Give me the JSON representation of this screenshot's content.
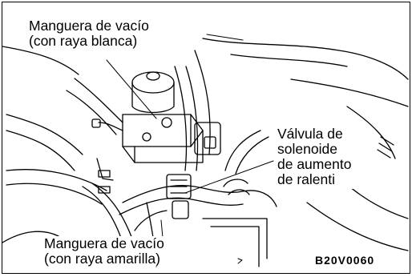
{
  "labels": {
    "vacuum_hose_white": [
      "Manguera de vacío",
      "(con raya blanca)"
    ],
    "solenoid_valve": [
      "Válvula de",
      "solenoide",
      "de aumento",
      "de ralenti"
    ],
    "vacuum_hose_yellow": [
      "Manguera de vacío",
      "(con raya amarilla)"
    ]
  },
  "figure_code": "B20V0060",
  "colors": {
    "ink": "#000000",
    "paper": "#ffffff"
  }
}
